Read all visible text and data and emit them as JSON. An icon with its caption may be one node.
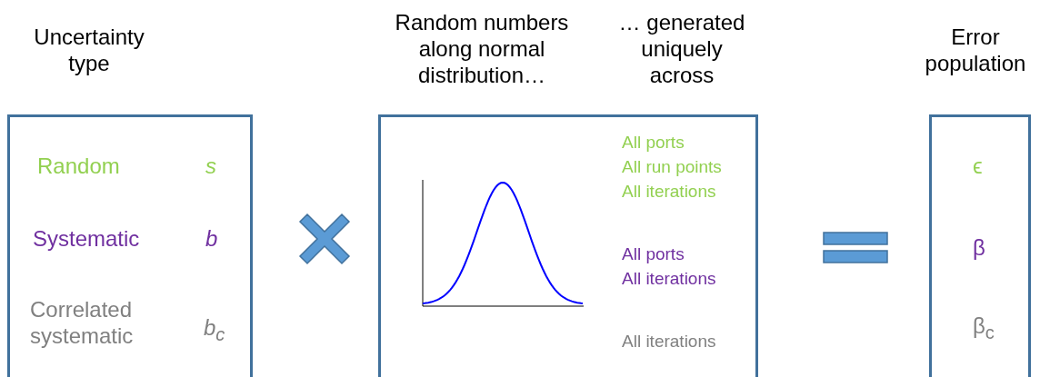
{
  "diagram": {
    "nodes": [
      {
        "text": [
          "Uncertainty type",
          "Random",
          "s",
          "Systematic",
          "b",
          "Correlated systematic",
          "b$_{c}$"
        ]
      },
      {
        "text": [
          "Random numbers along normal distribution…",
          "… generated uniquely across",
          "All ports",
          "All run points",
          "All iterations",
          "All ports",
          "All iterations",
          "All iterations"
        ]
      },
      {
        "text": [
          "Error population",
          "ϵ",
          "β",
          "β$_{c}$"
        ]
      }
    ]
  }
}
